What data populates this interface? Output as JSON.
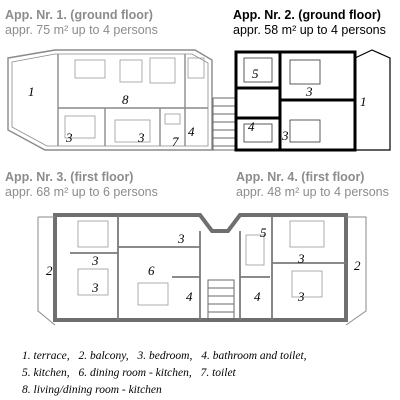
{
  "apartments": [
    {
      "title": "App. Nr. 1. (ground floor)",
      "subtitle": "appr. 75 m² up to 4 persons"
    },
    {
      "title": "App. Nr. 2. (ground floor)",
      "subtitle": "appr. 58 m² up to 4 persons"
    },
    {
      "title": "App. Nr. 3. (first floor)",
      "subtitle": "appr. 68 m² up to 6 persons"
    },
    {
      "title": "App. Nr. 4. (first floor)",
      "subtitle": "appr. 48 m² up to 4 persons"
    }
  ],
  "room_numbers": {
    "n1": "1",
    "n2": "2",
    "n3": "3",
    "n4": "4",
    "n5": "5",
    "n6": "6",
    "n7": "7",
    "n8": "8"
  },
  "legend": [
    "1. terrace,",
    "2. balcony,",
    "3. bedroom,",
    "4. bathroom and toilet,",
    "5. kitchen,",
    "6. dining room - kitchen,",
    "7. toilet",
    "8. living/dining room - kitchen"
  ]
}
